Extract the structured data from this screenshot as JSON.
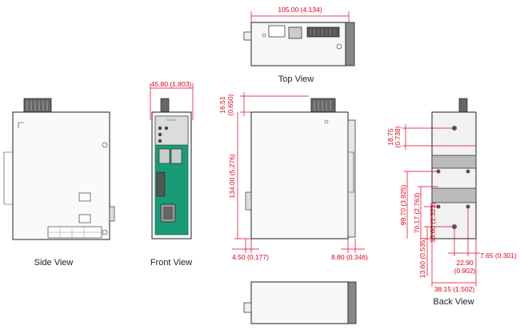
{
  "views": {
    "top": "Top View",
    "side": "Side View",
    "front": "Front View",
    "back": "Back View"
  },
  "dimensions": {
    "top_width": "105.00 (4.134)",
    "front_width": "45.80 (1.803)",
    "depth_top_offset_a": "16.51",
    "depth_top_offset_b": "(0.650)",
    "height": "134.00 (5.276)",
    "left_offset": "4.50 (0.177)",
    "right_offset": "8.80 (0.346)",
    "back_top_a": "18.75",
    "back_top_b": "(0.738)",
    "back_99": "99.70 (3.925)",
    "back_70": "70.17 (2.763)",
    "back_33": "33.60 (1.323)",
    "back_13": "13.60 (0.535)",
    "back_22_a": "22.90",
    "back_22_b": "(0.902)",
    "back_7": "7.65 (0.301)",
    "back_38": "38.15 (1.502)"
  },
  "colors": {
    "dimension": "#e0001b",
    "front_panel": "#1a9b78",
    "brand": "#1a9b78"
  },
  "front_panel_text": {
    "brand": "MOXA"
  }
}
